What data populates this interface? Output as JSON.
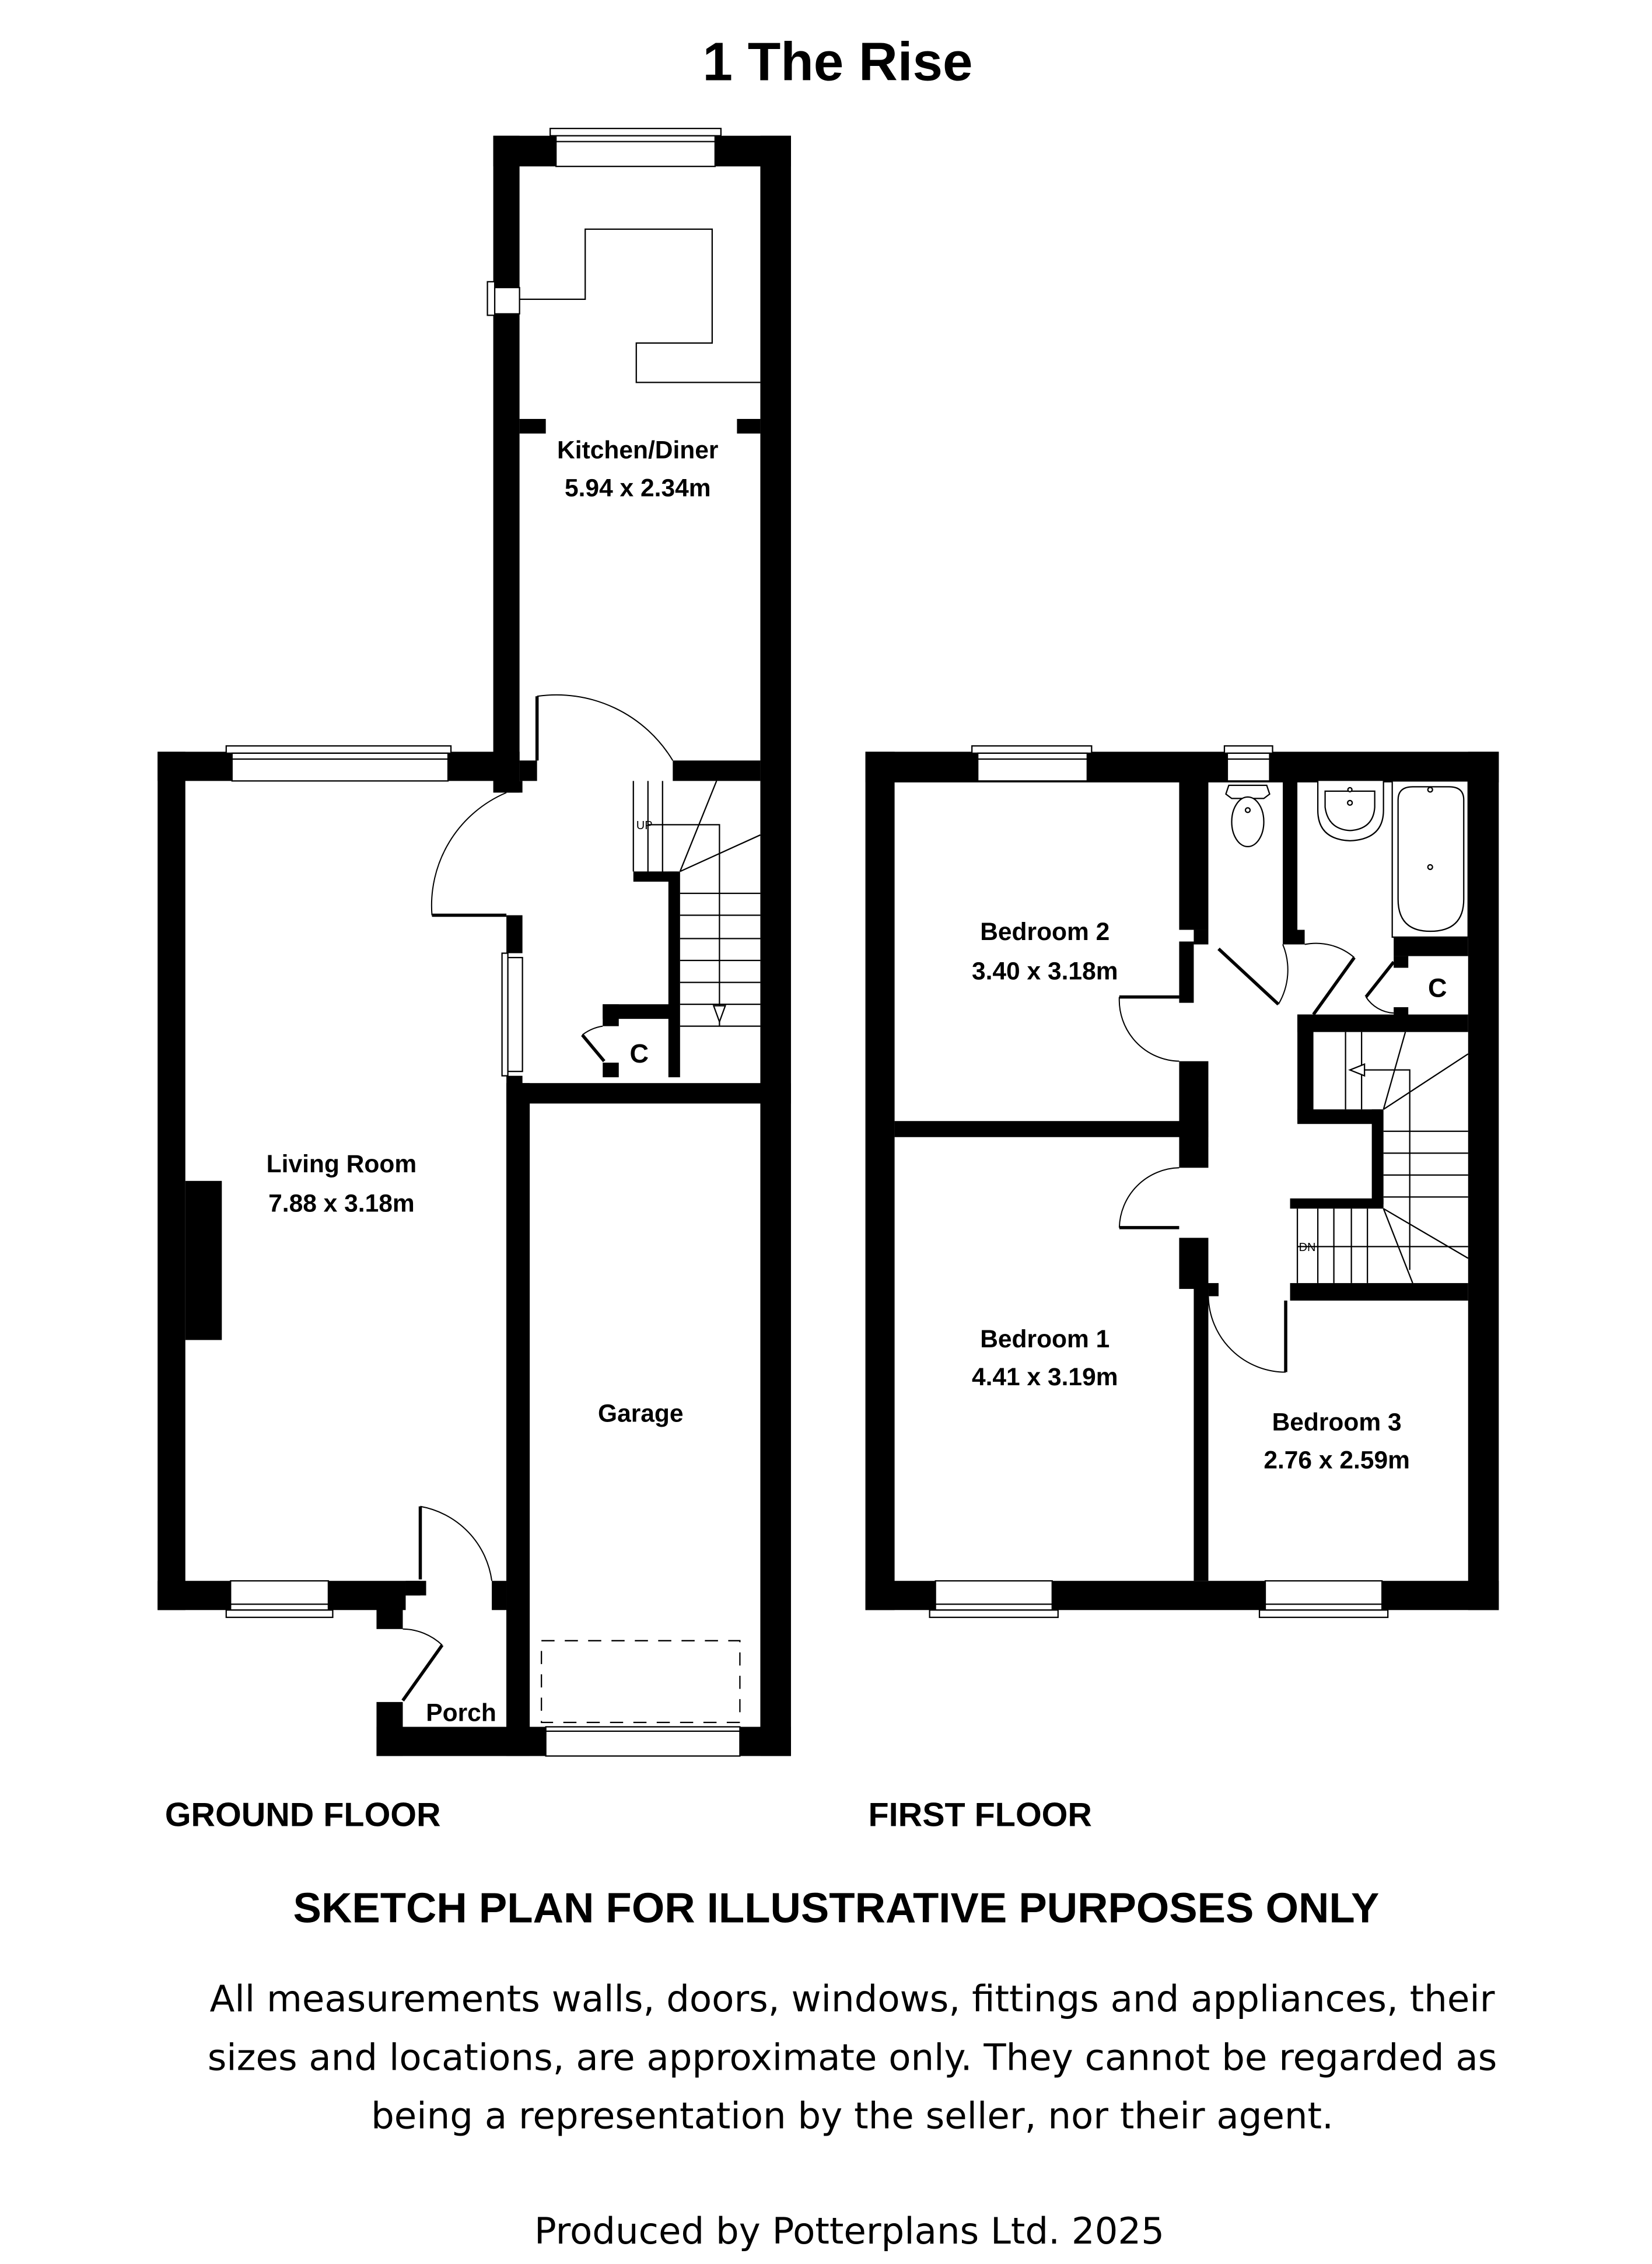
{
  "title": "1 The Rise",
  "ground_floor": {
    "label": "GROUND FLOOR",
    "rooms": [
      {
        "name": "Kitchen/Diner",
        "dimensions": "5.94 x 2.34m"
      },
      {
        "name": "Living Room",
        "dimensions": "7.88 x 3.18m"
      },
      {
        "name": "Garage",
        "dimensions": ""
      },
      {
        "name": "Porch",
        "dimensions": ""
      }
    ],
    "cupboard_label": "C",
    "stairs_label": "UP"
  },
  "first_floor": {
    "label": "FIRST FLOOR",
    "rooms": [
      {
        "name": "Bedroom 2",
        "dimensions": "3.40 x 3.18m"
      },
      {
        "name": "Bedroom 1",
        "dimensions": "4.41 x 3.19m"
      },
      {
        "name": "Bedroom 3",
        "dimensions": "2.76 x 2.59m"
      }
    ],
    "cupboard_label": "C",
    "stairs_label": "DN"
  },
  "notice": "SKETCH PLAN FOR ILLUSTRATIVE PURPOSES ONLY",
  "disclaimer": [
    "All measurements walls, doors, windows, fittings and appliances, their",
    "sizes and locations, are approximate only. They cannot be regarded as",
    "being a representation by the seller, nor their agent."
  ],
  "credit": "Produced by Potterplans Ltd. 2025"
}
